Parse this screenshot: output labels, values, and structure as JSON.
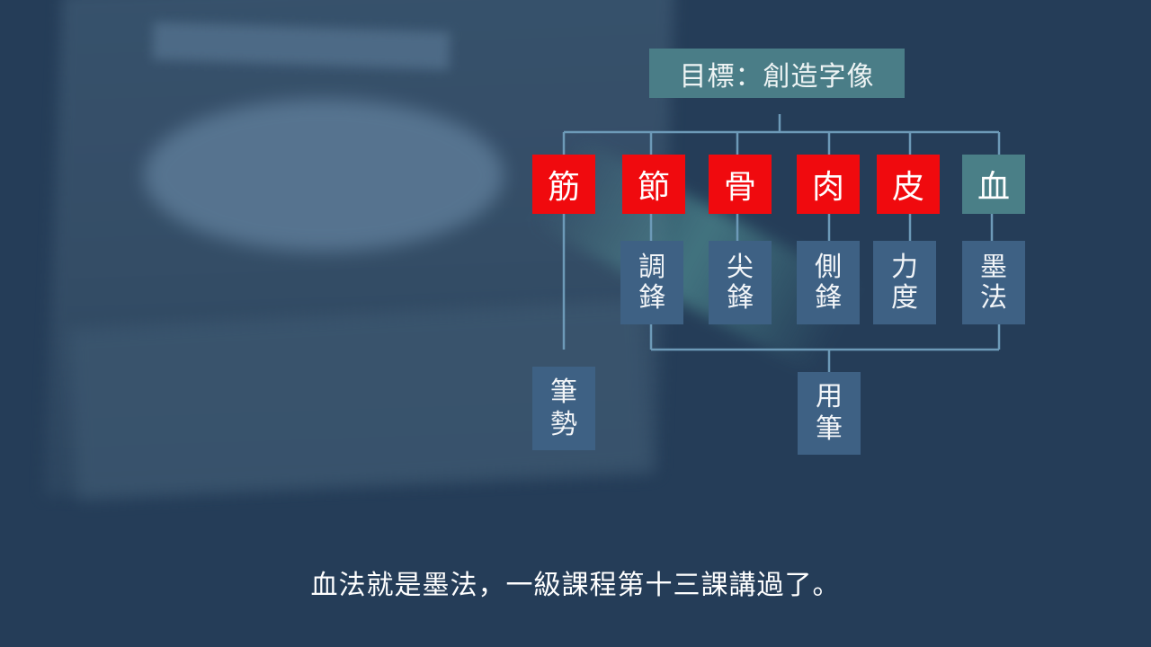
{
  "diagram": {
    "goal": "目標：創造字像",
    "main_nodes": [
      {
        "label": "筋",
        "color": "#f00a0e"
      },
      {
        "label": "節",
        "color": "#f00a0e"
      },
      {
        "label": "骨",
        "color": "#f00a0e"
      },
      {
        "label": "肉",
        "color": "#f00a0e"
      },
      {
        "label": "皮",
        "color": "#f00a0e"
      },
      {
        "label": "血",
        "color": "#4a7f87"
      }
    ],
    "sub_nodes": [
      {
        "parent": "節",
        "line1": "調",
        "line2": "鋒"
      },
      {
        "parent": "骨",
        "line1": "尖",
        "line2": "鋒"
      },
      {
        "parent": "肉",
        "line1": "側",
        "line2": "鋒"
      },
      {
        "parent": "皮",
        "line1": "力",
        "line2": "度"
      },
      {
        "parent": "血",
        "line1": "墨",
        "line2": "法"
      }
    ],
    "bottom_nodes": [
      {
        "from": "筋",
        "line1": "筆",
        "line2": "勢"
      },
      {
        "from": "節, 骨, 肉, 皮, 血",
        "line1": "用",
        "line2": "筆"
      }
    ]
  },
  "subtitle": "血法就是墨法，一級課程第十三課講過了。"
}
